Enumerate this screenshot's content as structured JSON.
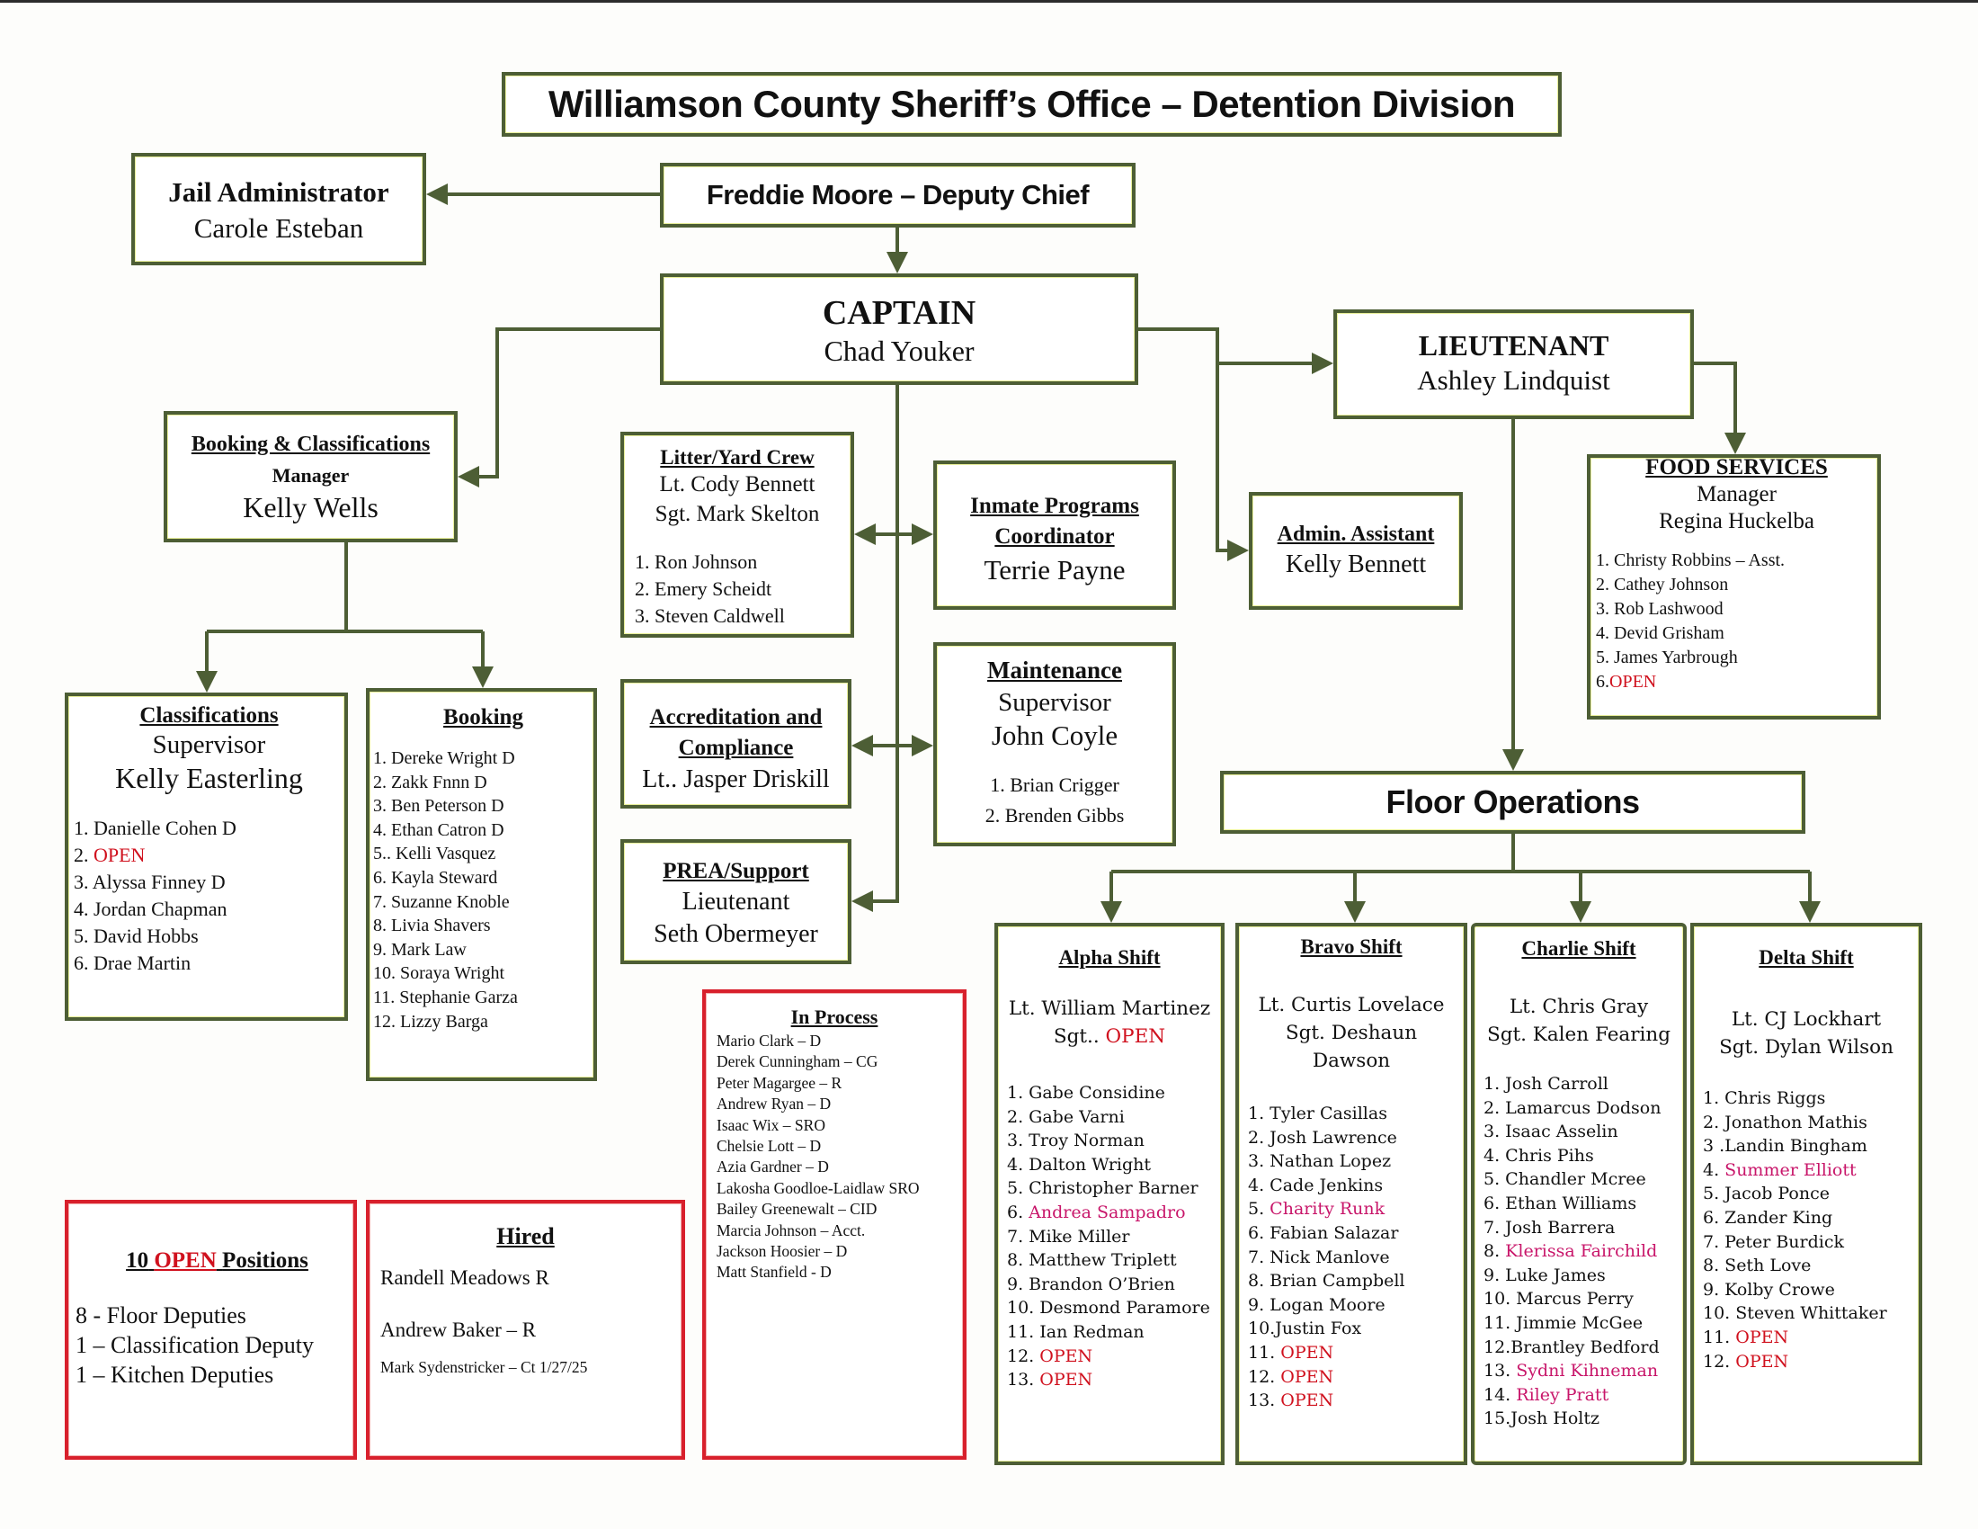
{
  "title": "Williamson County Sheriff’s Office – Detention Division",
  "colors": {
    "box_border": "#4d5e35",
    "open_red": "#d0111e",
    "highlight_pink": "#c8166a",
    "red_box_border": "#d8202c"
  },
  "jail_administrator": {
    "title": "Jail Administrator",
    "name": "Carole Esteban"
  },
  "deputy_chief": {
    "label": "Freddie Moore – Deputy Chief"
  },
  "captain": {
    "title": "CAPTAIN",
    "name": "Chad Youker"
  },
  "lieutenant": {
    "title": "LIEUTENANT",
    "name": "Ashley Lindquist"
  },
  "booking_classifications": {
    "title": "Booking & Classifications",
    "role": "Manager",
    "name": "Kelly Wells"
  },
  "litter_yard_crew": {
    "title": "Litter/Yard Crew",
    "leaders": [
      "Lt. Cody Bennett",
      "Sgt. Mark Skelton"
    ],
    "members": [
      "1. Ron Johnson",
      "2. Emery Scheidt",
      "3. Steven Caldwell"
    ]
  },
  "inmate_programs": {
    "title_line1": "Inmate Programs",
    "title_line2": "Coordinator",
    "name": "Terrie Payne"
  },
  "admin_assistant": {
    "title": "Admin. Assistant",
    "name": "Kelly Bennett"
  },
  "food_services": {
    "title": "FOOD SERVICES",
    "role": "Manager",
    "name": "Regina Huckelba",
    "members": [
      {
        "num": "1. ",
        "name": "Christy Robbins – Asst.",
        "status": "normal"
      },
      {
        "num": "2. ",
        "name": "Cathey Johnson",
        "status": "normal"
      },
      {
        "num": "3. ",
        "name": "Rob Lashwood",
        "status": "normal"
      },
      {
        "num": "4. ",
        "name": "Devid Grisham",
        "status": "normal"
      },
      {
        "num": "5. ",
        "name": "James Yarbrough",
        "status": "normal"
      },
      {
        "num": "6.",
        "name": "OPEN",
        "status": "open"
      }
    ]
  },
  "classifications": {
    "title": "Classifications",
    "role": "Supervisor",
    "name": "Kelly Easterling",
    "members": [
      {
        "num": "1. ",
        "name": "Danielle Cohen D",
        "status": "normal"
      },
      {
        "num": "2. ",
        "name": "OPEN",
        "status": "open"
      },
      {
        "num": "3. ",
        "name": "Alyssa Finney D",
        "status": "normal"
      },
      {
        "num": "4. ",
        "name": "Jordan Chapman",
        "status": "normal"
      },
      {
        "num": "5. ",
        "name": "David Hobbs",
        "status": "normal"
      },
      {
        "num": "6. ",
        "name": "Drae Martin",
        "status": "normal"
      }
    ]
  },
  "booking": {
    "title": "Booking",
    "members": [
      {
        "num": "1. ",
        "name": "Dereke Wright D",
        "status": "normal"
      },
      {
        "num": "2. ",
        "name": "Zakk Fnnn D",
        "status": "normal"
      },
      {
        "num": "3. ",
        "name": "Ben Peterson D",
        "status": "normal"
      },
      {
        "num": "4. ",
        "name": "Ethan Catron D",
        "status": "normal"
      },
      {
        "num": "5.. ",
        "name": "Kelli Vasquez",
        "status": "normal"
      },
      {
        "num": "6. ",
        "name": "Kayla Steward",
        "status": "normal"
      },
      {
        "num": "7. ",
        "name": "Suzanne Knoble",
        "status": "normal"
      },
      {
        "num": "8. ",
        "name": "Livia Shavers",
        "status": "normal"
      },
      {
        "num": "9. ",
        "name": "Mark Law",
        "status": "normal"
      },
      {
        "num": "10. ",
        "name": "Soraya Wright",
        "status": "normal"
      },
      {
        "num": "11. ",
        "name": "Stephanie Garza",
        "status": "normal"
      },
      {
        "num": "12. ",
        "name": "Lizzy Barga",
        "status": "normal"
      }
    ]
  },
  "accreditation": {
    "title_line1": "Accreditation and",
    "title_line2": "Compliance",
    "name": "Lt.. Jasper Driskill"
  },
  "maintenance": {
    "title": "Maintenance",
    "role": "Supervisor",
    "name": "John Coyle",
    "members": [
      "1. Brian Crigger",
      "2. Brenden Gibbs"
    ]
  },
  "prea_support": {
    "title": "PREA/Support",
    "role": "Lieutenant",
    "name": "Seth Obermeyer"
  },
  "floor_operations": {
    "label": "Floor Operations"
  },
  "in_process": {
    "title": "In Process",
    "members": [
      "Mario Clark – D",
      "Derek Cunningham – CG",
      "Peter Magargee – R",
      "Andrew Ryan – D",
      "Isaac Wix – SRO",
      "Chelsie Lott – D",
      "Azia Gardner – D",
      "Lakosha Goodloe-Laidlaw SRO",
      "Bailey Greenewalt – CID",
      "Marcia Johnson – Acct.",
      "Jackson Hoosier – D",
      "Matt Stanfield - D"
    ]
  },
  "open_positions": {
    "count": "10",
    "open_word": "OPEN",
    "suffix": "Positions",
    "items": [
      "8 - Floor Deputies",
      "1 – Classification Deputy",
      "1 – Kitchen Deputies"
    ]
  },
  "hired": {
    "title": "Hired",
    "items": [
      "Randell Meadows R",
      "Andrew Baker – R",
      "Mark Sydenstricker – Ct 1/27/25"
    ]
  },
  "shifts": [
    {
      "title": "Alpha Shift",
      "lt": "Lt. William Martinez",
      "sgt_prefix": "Sgt.. ",
      "sgt_name": "OPEN",
      "sgt_status": "open",
      "members": [
        {
          "num": "1. ",
          "name": "Gabe Considine",
          "status": "normal"
        },
        {
          "num": "2. ",
          "name": "Gabe Varni",
          "status": "normal"
        },
        {
          "num": "3. ",
          "name": "Troy Norman",
          "status": "normal"
        },
        {
          "num": "4. ",
          "name": "Dalton Wright",
          "status": "normal"
        },
        {
          "num": "5. ",
          "name": "Christopher Barner",
          "status": "normal"
        },
        {
          "num": "6. ",
          "name": "Andrea Sampadro",
          "status": "pink"
        },
        {
          "num": "7. ",
          "name": "Mike Miller",
          "status": "normal"
        },
        {
          "num": "8. ",
          "name": "Matthew Triplett",
          "status": "normal"
        },
        {
          "num": "9. ",
          "name": "Brandon O’Brien",
          "status": "normal"
        },
        {
          "num": "10. ",
          "name": "Desmond Paramore",
          "status": "normal"
        },
        {
          "num": "11. ",
          "name": "Ian Redman",
          "status": "normal"
        },
        {
          "num": "12. ",
          "name": "OPEN",
          "status": "open"
        },
        {
          "num": "13. ",
          "name": "OPEN",
          "status": "open"
        }
      ]
    },
    {
      "title": "Bravo Shift",
      "lt": "Lt. Curtis Lovelace",
      "sgt_prefix": "Sgt. ",
      "sgt_name": "Deshaun Dawson",
      "sgt_status": "normal",
      "members": [
        {
          "num": "1. ",
          "name": "Tyler Casillas",
          "status": "normal"
        },
        {
          "num": "2. ",
          "name": "Josh Lawrence",
          "status": "normal"
        },
        {
          "num": "3. ",
          "name": "Nathan Lopez",
          "status": "normal"
        },
        {
          "num": "4. ",
          "name": "Cade Jenkins",
          "status": "normal"
        },
        {
          "num": "5. ",
          "name": "Charity Runk",
          "status": "pink"
        },
        {
          "num": "6. ",
          "name": "Fabian Salazar",
          "status": "normal"
        },
        {
          "num": "7. ",
          "name": "Nick Manlove",
          "status": "normal"
        },
        {
          "num": "8. ",
          "name": "Brian Campbell",
          "status": "normal"
        },
        {
          "num": "9. ",
          "name": "Logan Moore",
          "status": "normal"
        },
        {
          "num": "10.",
          "name": "Justin Fox",
          "status": "normal"
        },
        {
          "num": "11. ",
          "name": "OPEN",
          "status": "open"
        },
        {
          "num": "12. ",
          "name": "OPEN",
          "status": "open"
        },
        {
          "num": "13. ",
          "name": "OPEN",
          "status": "open"
        }
      ]
    },
    {
      "title": "Charlie Shift",
      "lt": "Lt. Chris Gray",
      "sgt_prefix": "Sgt. ",
      "sgt_name": "Kalen Fearing",
      "sgt_status": "normal",
      "members": [
        {
          "num": "1. ",
          "name": "Josh Carroll",
          "status": "normal"
        },
        {
          "num": "2. ",
          "name": "Lamarcus Dodson",
          "status": "normal"
        },
        {
          "num": "3. ",
          "name": "Isaac Asselin",
          "status": "normal"
        },
        {
          "num": "4. ",
          "name": "Chris Pihs",
          "status": "normal"
        },
        {
          "num": "5. ",
          "name": "Chandler Mcree",
          "status": "normal"
        },
        {
          "num": "6. ",
          "name": "Ethan Williams",
          "status": "normal"
        },
        {
          "num": "7. ",
          "name": "Josh Barrera",
          "status": "normal"
        },
        {
          "num": "8. ",
          "name": "Klerissa Fairchild",
          "status": "pink"
        },
        {
          "num": "9. ",
          "name": "Luke James",
          "status": "normal"
        },
        {
          "num": "10. ",
          "name": "Marcus Perry",
          "status": "normal"
        },
        {
          "num": "11. ",
          "name": "Jimmie McGee",
          "status": "normal"
        },
        {
          "num": "12.",
          "name": "Brantley Bedford",
          "status": "normal"
        },
        {
          "num": "13. ",
          "name": "Sydni Kihneman",
          "status": "pink"
        },
        {
          "num": "14. ",
          "name": "Riley Pratt",
          "status": "pink"
        },
        {
          "num": "15.",
          "name": "Josh Holtz",
          "status": "normal"
        }
      ]
    },
    {
      "title": "Delta Shift",
      "lt": "Lt. CJ Lockhart",
      "sgt_prefix": "Sgt. ",
      "sgt_name": "Dylan Wilson",
      "sgt_status": "normal",
      "members": [
        {
          "num": "1. ",
          "name": "Chris Riggs",
          "status": "normal"
        },
        {
          "num": "2. ",
          "name": "Jonathon Mathis",
          "status": "normal"
        },
        {
          "num": "3 .",
          "name": "Landin Bingham",
          "status": "normal"
        },
        {
          "num": "4. ",
          "name": "Summer Elliott",
          "status": "pink"
        },
        {
          "num": "5. ",
          "name": "Jacob Ponce",
          "status": "normal"
        },
        {
          "num": "6. ",
          "name": "Zander King",
          "status": "normal"
        },
        {
          "num": "7. ",
          "name": "Peter Burdick",
          "status": "normal"
        },
        {
          "num": "8. ",
          "name": "Seth Love",
          "status": "normal"
        },
        {
          "num": "9. ",
          "name": "Kolby Crowe",
          "status": "normal"
        },
        {
          "num": "10. ",
          "name": "Steven Whittaker",
          "status": "normal"
        },
        {
          "num": "11. ",
          "name": "OPEN",
          "status": "open"
        },
        {
          "num": "12. ",
          "name": "OPEN",
          "status": "open"
        }
      ]
    }
  ]
}
